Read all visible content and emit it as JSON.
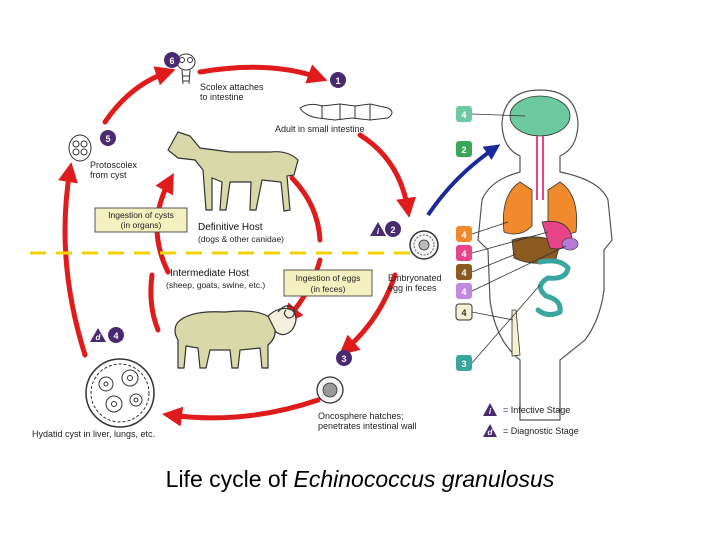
{
  "steps": {
    "s1": {
      "num": "1",
      "line1": "Adult in small intestine"
    },
    "s2": {
      "num": "2",
      "stage": "i",
      "line1": "Embryonated",
      "line2": "egg in feces"
    },
    "s3": {
      "num": "3",
      "line1": "Oncosphere hatches;",
      "line2": "penetrates intestinal wall"
    },
    "s4": {
      "num": "4",
      "stage": "d",
      "line1": "Hydatid cyst in liver, lungs, etc."
    },
    "s5": {
      "num": "5",
      "line1": "Protoscolex",
      "line2": "from cyst"
    },
    "s6": {
      "num": "6",
      "line1": "Scolex attaches",
      "line2": "to intestine"
    }
  },
  "boxes": {
    "cysts": {
      "line1": "Ingestion of cysts",
      "line2": "(in organs)"
    },
    "eggs": {
      "line1": "Ingestion of eggs",
      "line2": "(in feces)"
    }
  },
  "hosts": {
    "definitive": {
      "title": "Definitive Host",
      "sub": "(dogs & other canidae)"
    },
    "intermediate": {
      "title": "Intermediate Host",
      "sub": "(sheep, goats, swine, etc.)"
    }
  },
  "body_badges": [
    "4",
    "2",
    "4",
    "4",
    "4",
    "4",
    "4",
    "3"
  ],
  "legend": {
    "infective": {
      "letter": "i",
      "text": "= Infective Stage"
    },
    "diagnostic": {
      "letter": "d",
      "text": "= Diagnostic Stage"
    }
  },
  "caption": {
    "prefix": "Life cycle of ",
    "species": "Echinococcus granulosus"
  },
  "colors": {
    "cycle_arrow": "#e01b1b",
    "badge": "#4a2a6e",
    "body_arrow": "#1a2a9a",
    "host_divider": "#f2d200",
    "lungs": "#f08a2c",
    "brain": "#6cc9a0",
    "liver": "#8a5a20",
    "stomach": "#e8448a",
    "intestine": "#3aa6a0"
  }
}
